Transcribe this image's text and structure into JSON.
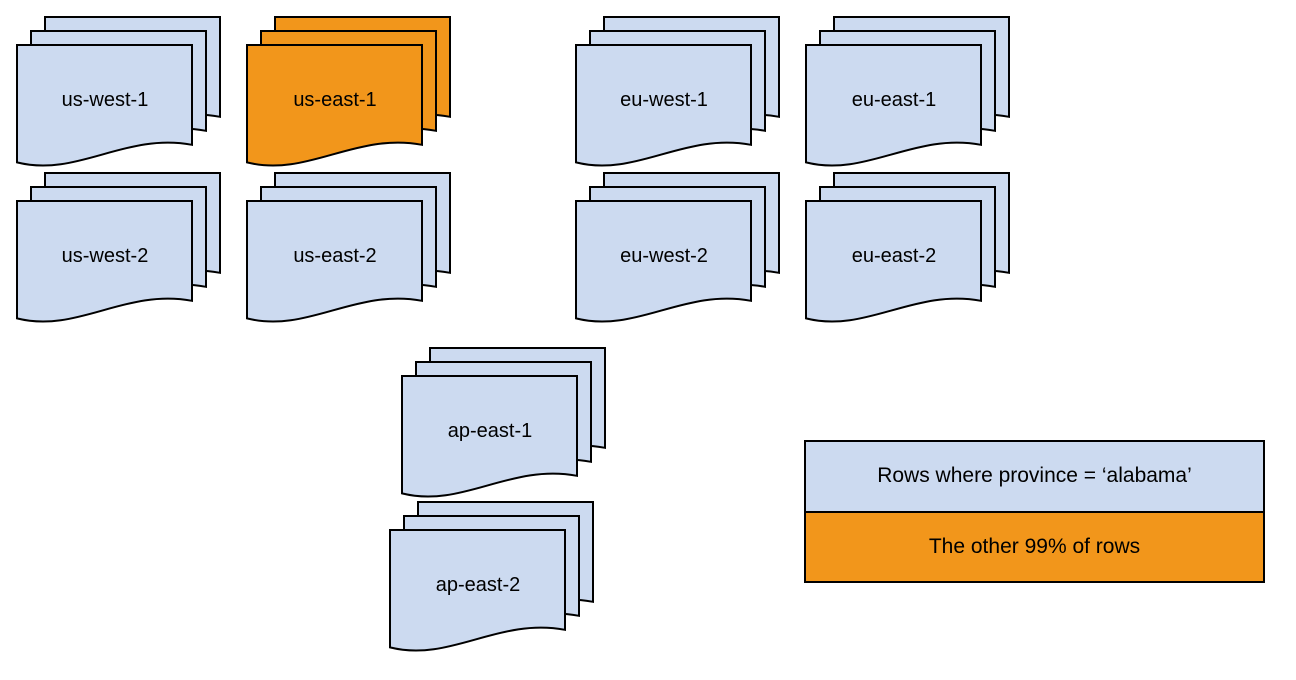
{
  "colors": {
    "region_fill": "#ccdaf0",
    "highlight_fill": "#f2961b",
    "stroke": "#000000",
    "text": "#000000",
    "background": "#ffffff"
  },
  "stacks": [
    {
      "id": "us-west-2",
      "label": "us-west-2",
      "highlighted": false
    },
    {
      "id": "us-east-2",
      "label": "us-east-2",
      "highlighted": false
    },
    {
      "id": "eu-west-2",
      "label": "eu-west-2",
      "highlighted": false
    },
    {
      "id": "eu-east-2",
      "label": "eu-east-2",
      "highlighted": false
    },
    {
      "id": "us-west-1",
      "label": "us-west-1",
      "highlighted": false
    },
    {
      "id": "us-east-1",
      "label": "us-east-1",
      "highlighted": true
    },
    {
      "id": "eu-west-1",
      "label": "eu-west-1",
      "highlighted": false
    },
    {
      "id": "eu-east-1",
      "label": "eu-east-1",
      "highlighted": false
    },
    {
      "id": "ap-east-2",
      "label": "ap-east-2",
      "highlighted": false
    },
    {
      "id": "ap-east-1",
      "label": "ap-east-1",
      "highlighted": false
    }
  ],
  "legend": {
    "rows": [
      {
        "label": "Rows where province = ‘alabama’",
        "swatch": "region"
      },
      {
        "label": "The other 99% of rows",
        "swatch": "highlight"
      }
    ]
  }
}
